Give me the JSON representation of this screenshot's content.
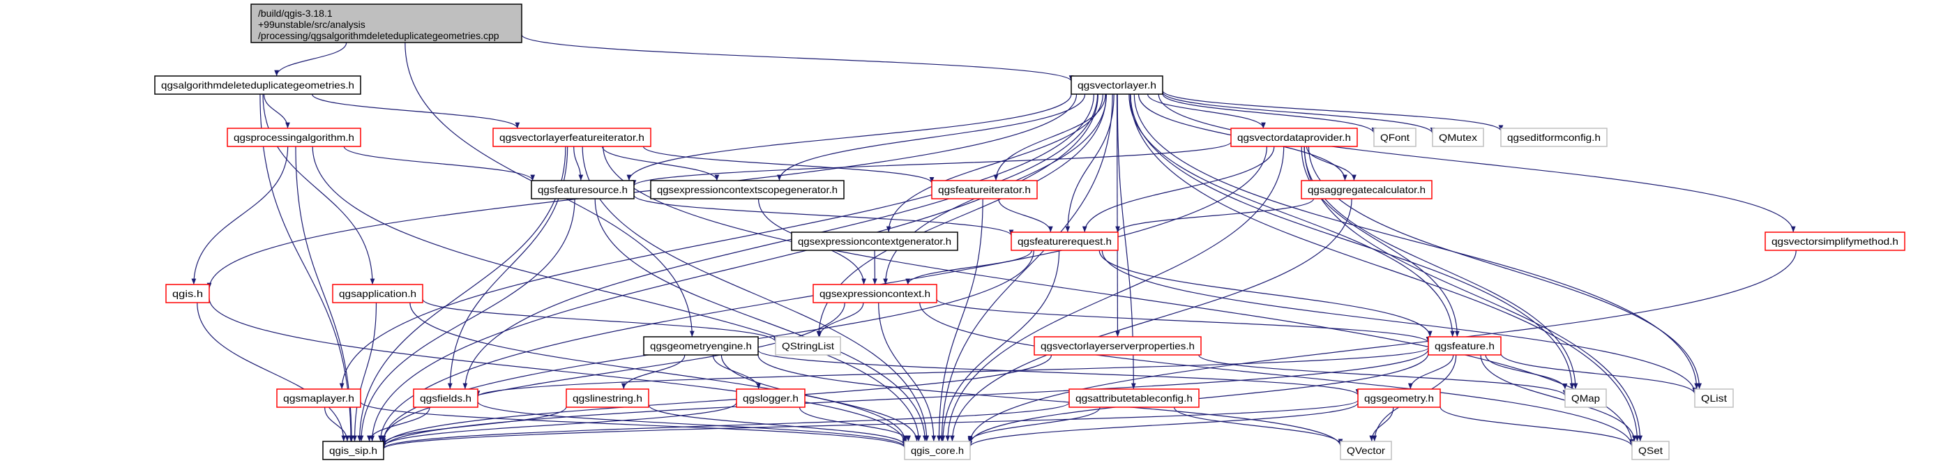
{
  "colors": {
    "edge": "#191970",
    "border_documented": "#000000",
    "border_truncated": "#ff0000",
    "border_external": "#bfbfbf",
    "root_fill": "#bfbfbf",
    "node_fill": "#ffffff"
  },
  "root": {
    "id": "root",
    "lines": [
      "/build/qgis-3.18.1",
      "+99unstable/src/analysis",
      "/processing/qgsalgorithmdeleteduplicategeometries.cpp"
    ]
  },
  "nodes": [
    {
      "id": "algdel",
      "label": "qgsalgorithmdeleteduplicategeometries.h",
      "kind": "documented"
    },
    {
      "id": "vlayer",
      "label": "qgsvectorlayer.h",
      "kind": "documented"
    },
    {
      "id": "procalg",
      "label": "qgsprocessingalgorithm.h",
      "kind": "truncated"
    },
    {
      "id": "vlfi",
      "label": "qgsvectorlayerfeatureiterator.h",
      "kind": "truncated"
    },
    {
      "id": "vdp",
      "label": "qgsvectordataprovider.h",
      "kind": "truncated"
    },
    {
      "id": "qfont",
      "label": "QFont",
      "kind": "external"
    },
    {
      "id": "qmutex",
      "label": "QMutex",
      "kind": "external"
    },
    {
      "id": "editform",
      "label": "qgseditformconfig.h",
      "kind": "external"
    },
    {
      "id": "fsource",
      "label": "qgsfeaturesource.h",
      "kind": "documented"
    },
    {
      "id": "scopegen",
      "label": "qgsexpressioncontextscopegenerator.h",
      "kind": "documented"
    },
    {
      "id": "fiter",
      "label": "qgsfeatureiterator.h",
      "kind": "truncated"
    },
    {
      "id": "aggcalc",
      "label": "qgsaggregatecalculator.h",
      "kind": "truncated"
    },
    {
      "id": "ctxgen",
      "label": "qgsexpressioncontextgenerator.h",
      "kind": "documented"
    },
    {
      "id": "freq",
      "label": "qgsfeaturerequest.h",
      "kind": "truncated"
    },
    {
      "id": "simplify",
      "label": "qgsvectorsimplifymethod.h",
      "kind": "truncated"
    },
    {
      "id": "qgis",
      "label": "qgis.h",
      "kind": "truncated"
    },
    {
      "id": "app",
      "label": "qgsapplication.h",
      "kind": "truncated"
    },
    {
      "id": "exprctx",
      "label": "qgsexpressioncontext.h",
      "kind": "truncated"
    },
    {
      "id": "geomengine",
      "label": "qgsgeometryengine.h",
      "kind": "documented"
    },
    {
      "id": "qstringlist",
      "label": "QStringList",
      "kind": "external"
    },
    {
      "id": "vlserver",
      "label": "qgsvectorlayerserverproperties.h",
      "kind": "truncated"
    },
    {
      "id": "feature",
      "label": "qgsfeature.h",
      "kind": "truncated"
    },
    {
      "id": "maplayer",
      "label": "qgsmaplayer.h",
      "kind": "truncated"
    },
    {
      "id": "fields",
      "label": "qgsfields.h",
      "kind": "truncated"
    },
    {
      "id": "linestring",
      "label": "qgslinestring.h",
      "kind": "truncated"
    },
    {
      "id": "logger",
      "label": "qgslogger.h",
      "kind": "truncated"
    },
    {
      "id": "attrtable",
      "label": "qgsattributetableconfig.h",
      "kind": "truncated"
    },
    {
      "id": "geometry",
      "label": "qgsgeometry.h",
      "kind": "truncated"
    },
    {
      "id": "qmap",
      "label": "QMap",
      "kind": "external"
    },
    {
      "id": "qlist",
      "label": "QList",
      "kind": "external"
    },
    {
      "id": "sip",
      "label": "qgis_sip.h",
      "kind": "documented"
    },
    {
      "id": "core",
      "label": "qgis_core.h",
      "kind": "external"
    },
    {
      "id": "qvector",
      "label": "QVector",
      "kind": "external"
    },
    {
      "id": "qset",
      "label": "QSet",
      "kind": "external"
    }
  ],
  "edges": [
    [
      "root",
      "algdel"
    ],
    [
      "root",
      "vlayer"
    ],
    [
      "root",
      "geomengine"
    ],
    [
      "algdel",
      "sip"
    ],
    [
      "algdel",
      "procalg"
    ],
    [
      "algdel",
      "app"
    ],
    [
      "algdel",
      "vlfi"
    ],
    [
      "procalg",
      "fsource"
    ],
    [
      "procalg",
      "qgis"
    ],
    [
      "procalg",
      "sip"
    ],
    [
      "procalg",
      "core"
    ],
    [
      "vlfi",
      "fsource"
    ],
    [
      "vlfi",
      "scopegen"
    ],
    [
      "vlfi",
      "fiter"
    ],
    [
      "vlfi",
      "fields"
    ],
    [
      "vlfi",
      "sip"
    ],
    [
      "vlfi",
      "core"
    ],
    [
      "vlfi",
      "qset"
    ],
    [
      "vlayer",
      "qgis"
    ],
    [
      "vlayer",
      "maplayer"
    ],
    [
      "vlayer",
      "fields"
    ],
    [
      "vlayer",
      "sip"
    ],
    [
      "vlayer",
      "qstringlist"
    ],
    [
      "vlayer",
      "fsource"
    ],
    [
      "vlayer",
      "scopegen"
    ],
    [
      "vlayer",
      "ctxgen"
    ],
    [
      "vlayer",
      "exprctx"
    ],
    [
      "vlayer",
      "fiter"
    ],
    [
      "vlayer",
      "freq"
    ],
    [
      "vlayer",
      "vlserver"
    ],
    [
      "vlayer",
      "attrtable"
    ],
    [
      "vlayer",
      "core"
    ],
    [
      "vlayer",
      "vdp"
    ],
    [
      "vlayer",
      "qfont"
    ],
    [
      "vlayer",
      "qmutex"
    ],
    [
      "vlayer",
      "editform"
    ],
    [
      "vlayer",
      "aggcalc"
    ],
    [
      "vlayer",
      "feature"
    ],
    [
      "vlayer",
      "qmap"
    ],
    [
      "vlayer",
      "qlist"
    ],
    [
      "vlayer",
      "qset"
    ],
    [
      "vlayer",
      "simplify"
    ],
    [
      "vdp",
      "fsource"
    ],
    [
      "vdp",
      "freq"
    ],
    [
      "vdp",
      "aggcalc"
    ],
    [
      "vdp",
      "feature"
    ],
    [
      "vdp",
      "core"
    ],
    [
      "vdp",
      "sip"
    ],
    [
      "vdp",
      "qmap"
    ],
    [
      "vdp",
      "qlist"
    ],
    [
      "vdp",
      "qset"
    ],
    [
      "fsource",
      "freq"
    ],
    [
      "fsource",
      "core"
    ],
    [
      "fsource",
      "sip"
    ],
    [
      "scopegen",
      "exprctx"
    ],
    [
      "fiter",
      "freq"
    ],
    [
      "fiter",
      "core"
    ],
    [
      "aggcalc",
      "freq"
    ],
    [
      "aggcalc",
      "core"
    ],
    [
      "ctxgen",
      "exprctx"
    ],
    [
      "freq",
      "exprctx"
    ],
    [
      "freq",
      "feature"
    ],
    [
      "freq",
      "core"
    ],
    [
      "freq",
      "sip"
    ],
    [
      "freq",
      "qlist"
    ],
    [
      "exprctx",
      "qstringlist"
    ],
    [
      "exprctx",
      "feature"
    ],
    [
      "exprctx",
      "core"
    ],
    [
      "exprctx",
      "sip"
    ],
    [
      "exprctx",
      "qset"
    ],
    [
      "qgis",
      "sip"
    ],
    [
      "qgis",
      "core"
    ],
    [
      "app",
      "sip"
    ],
    [
      "app",
      "core"
    ],
    [
      "app",
      "qstringlist"
    ],
    [
      "geomengine",
      "linestring"
    ],
    [
      "geomengine",
      "logger"
    ],
    [
      "geomengine",
      "geometry"
    ],
    [
      "geomengine",
      "core"
    ],
    [
      "geomengine",
      "qvector"
    ],
    [
      "vlserver",
      "sip"
    ],
    [
      "vlserver",
      "qmap"
    ],
    [
      "feature",
      "fields"
    ],
    [
      "feature",
      "geometry"
    ],
    [
      "feature",
      "qmap"
    ],
    [
      "feature",
      "qlist"
    ],
    [
      "feature",
      "qset"
    ],
    [
      "feature",
      "qvector"
    ],
    [
      "feature",
      "core"
    ],
    [
      "feature",
      "sip"
    ],
    [
      "maplayer",
      "sip"
    ],
    [
      "maplayer",
      "core"
    ],
    [
      "fields",
      "sip"
    ],
    [
      "fields",
      "core"
    ],
    [
      "linestring",
      "sip"
    ],
    [
      "linestring",
      "core"
    ],
    [
      "logger",
      "sip"
    ],
    [
      "logger",
      "core"
    ],
    [
      "attrtable",
      "sip"
    ],
    [
      "attrtable",
      "core"
    ],
    [
      "attrtable",
      "qvector"
    ],
    [
      "geometry",
      "core"
    ],
    [
      "geometry",
      "sip"
    ],
    [
      "geometry",
      "qvector"
    ],
    [
      "geometry",
      "qset"
    ],
    [
      "simplify",
      "core"
    ]
  ]
}
